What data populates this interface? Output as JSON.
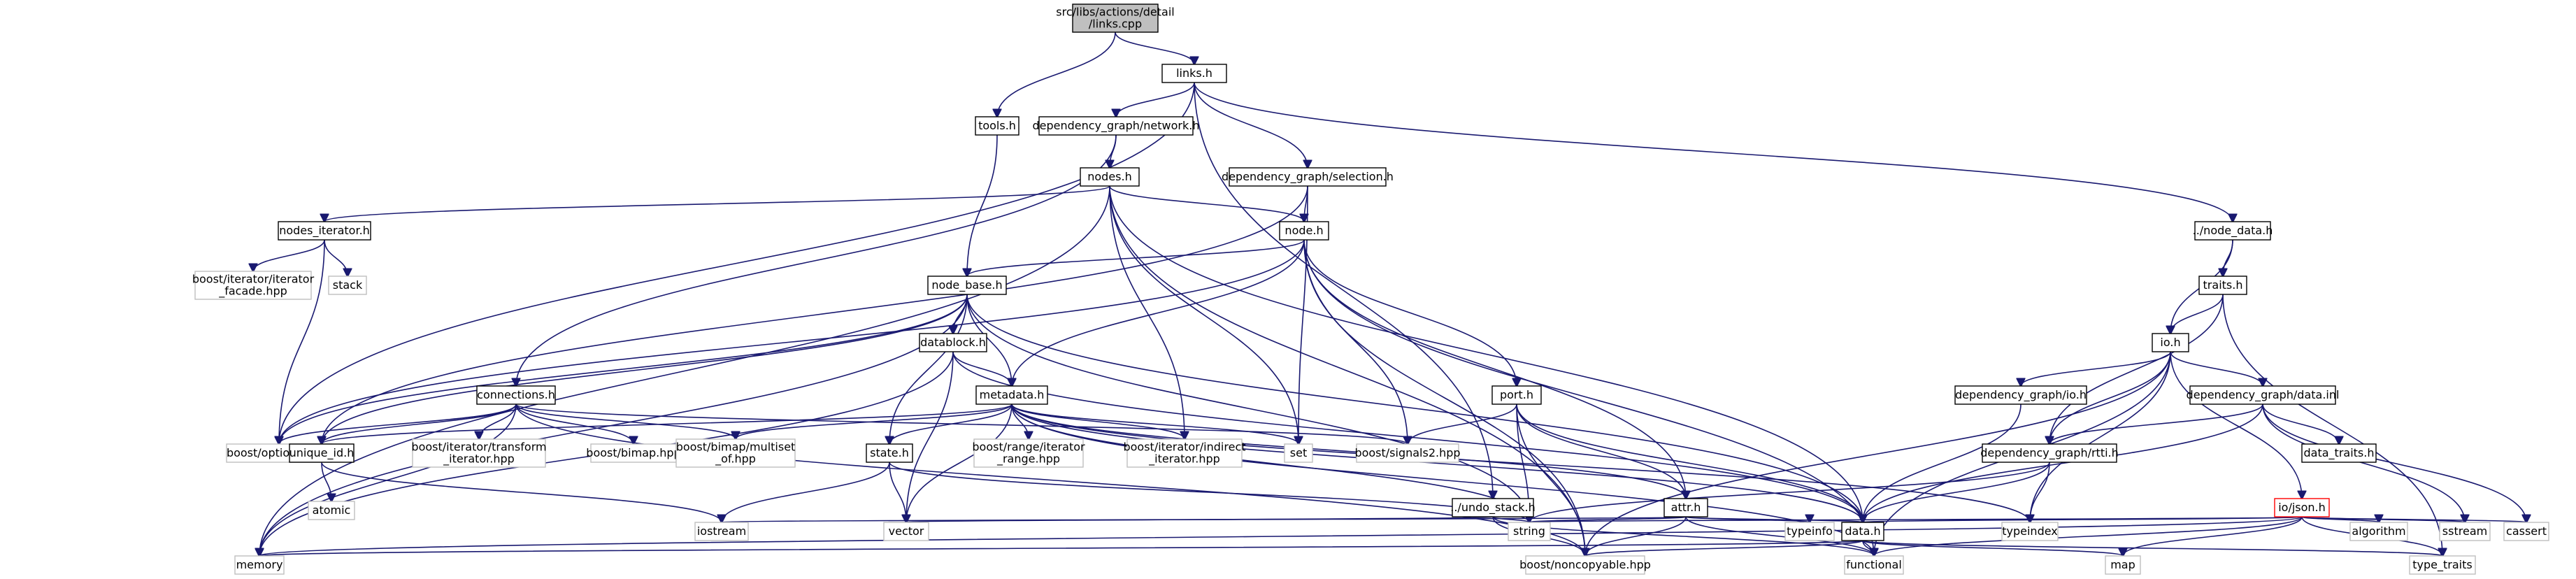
{
  "diagram": {
    "kind": "include-dependency-graph",
    "colors": {
      "edge": "#191970",
      "root_fill": "#bfbfbf",
      "external_border": "#bfbfbf",
      "local_border": "#000000",
      "highlight_border": "#ff0000"
    },
    "nodes": [
      {
        "id": "root",
        "lines": [
          "src/libs/actions/detail",
          "/links.cpp"
        ],
        "style": "root"
      },
      {
        "id": "links_h",
        "lines": [
          "links.h"
        ],
        "style": "local"
      },
      {
        "id": "tools_h",
        "lines": [
          "tools.h"
        ],
        "style": "local"
      },
      {
        "id": "dg_network_h",
        "lines": [
          "dependency_graph/network.h"
        ],
        "style": "local"
      },
      {
        "id": "dg_selection_h",
        "lines": [
          "dependency_graph/selection.h"
        ],
        "style": "local"
      },
      {
        "id": "node_data_h",
        "lines": [
          "../node_data.h"
        ],
        "style": "local"
      },
      {
        "id": "nodes_h",
        "lines": [
          "nodes.h"
        ],
        "style": "local"
      },
      {
        "id": "nodes_iterator_h",
        "lines": [
          "nodes_iterator.h"
        ],
        "style": "local"
      },
      {
        "id": "node_h",
        "lines": [
          "node.h"
        ],
        "style": "local"
      },
      {
        "id": "traits_h",
        "lines": [
          "traits.h"
        ],
        "style": "local"
      },
      {
        "id": "boost_iter_facade",
        "lines": [
          "boost/iterator/iterator",
          "_facade.hpp"
        ],
        "style": "ext"
      },
      {
        "id": "stack",
        "lines": [
          "stack"
        ],
        "style": "ext"
      },
      {
        "id": "node_base_h",
        "lines": [
          "node_base.h"
        ],
        "style": "local"
      },
      {
        "id": "io_h",
        "lines": [
          "io.h"
        ],
        "style": "local"
      },
      {
        "id": "datablock_h",
        "lines": [
          "datablock.h"
        ],
        "style": "local"
      },
      {
        "id": "dg_io_h",
        "lines": [
          "dependency_graph/io.h"
        ],
        "style": "local"
      },
      {
        "id": "dg_data_inl",
        "lines": [
          "dependency_graph/data.inl"
        ],
        "style": "local"
      },
      {
        "id": "connections_h",
        "lines": [
          "connections.h"
        ],
        "style": "local"
      },
      {
        "id": "metadata_h",
        "lines": [
          "metadata.h"
        ],
        "style": "local"
      },
      {
        "id": "port_h",
        "lines": [
          "port.h"
        ],
        "style": "local"
      },
      {
        "id": "dg_rtti_h",
        "lines": [
          "dependency_graph/rtti.h"
        ],
        "style": "local"
      },
      {
        "id": "data_traits_h",
        "lines": [
          "data_traits.h"
        ],
        "style": "local"
      },
      {
        "id": "boost_optional",
        "lines": [
          "boost/optional.hpp"
        ],
        "style": "ext"
      },
      {
        "id": "unique_id_h",
        "lines": [
          "unique_id.h"
        ],
        "style": "local"
      },
      {
        "id": "boost_iter_transform",
        "lines": [
          "boost/iterator/transform",
          "_iterator.hpp"
        ],
        "style": "ext"
      },
      {
        "id": "boost_bimap",
        "lines": [
          "boost/bimap.hpp"
        ],
        "style": "ext"
      },
      {
        "id": "boost_bimap_multiset",
        "lines": [
          "boost/bimap/multiset",
          "_of.hpp"
        ],
        "style": "ext"
      },
      {
        "id": "state_h",
        "lines": [
          "state.h"
        ],
        "style": "local"
      },
      {
        "id": "boost_range_iter",
        "lines": [
          "boost/range/iterator",
          "_range.hpp"
        ],
        "style": "ext"
      },
      {
        "id": "boost_iter_indirect",
        "lines": [
          "boost/iterator/indirect",
          "_iterator.hpp"
        ],
        "style": "ext"
      },
      {
        "id": "set",
        "lines": [
          "set"
        ],
        "style": "ext"
      },
      {
        "id": "boost_signals2",
        "lines": [
          "boost/signals2.hpp"
        ],
        "style": "ext"
      },
      {
        "id": "undo_stack_h",
        "lines": [
          "../undo_stack.h"
        ],
        "style": "local"
      },
      {
        "id": "attr_h",
        "lines": [
          "attr.h"
        ],
        "style": "local"
      },
      {
        "id": "io_json_h",
        "lines": [
          "io/json.h"
        ],
        "style": "red"
      },
      {
        "id": "atomic",
        "lines": [
          "atomic"
        ],
        "style": "ext"
      },
      {
        "id": "iostream",
        "lines": [
          "iostream"
        ],
        "style": "ext"
      },
      {
        "id": "vector",
        "lines": [
          "vector"
        ],
        "style": "ext"
      },
      {
        "id": "string",
        "lines": [
          "string"
        ],
        "style": "ext"
      },
      {
        "id": "typeinfo",
        "lines": [
          "typeinfo"
        ],
        "style": "ext"
      },
      {
        "id": "data_h",
        "lines": [
          "data.h"
        ],
        "style": "local"
      },
      {
        "id": "typeindex",
        "lines": [
          "typeindex"
        ],
        "style": "ext"
      },
      {
        "id": "algorithm",
        "lines": [
          "algorithm"
        ],
        "style": "ext"
      },
      {
        "id": "sstream",
        "lines": [
          "sstream"
        ],
        "style": "ext"
      },
      {
        "id": "cassert",
        "lines": [
          "cassert"
        ],
        "style": "ext"
      },
      {
        "id": "memory",
        "lines": [
          "memory"
        ],
        "style": "ext"
      },
      {
        "id": "boost_noncopyable",
        "lines": [
          "boost/noncopyable.hpp"
        ],
        "style": "ext"
      },
      {
        "id": "functional",
        "lines": [
          "functional"
        ],
        "style": "ext"
      },
      {
        "id": "map",
        "lines": [
          "map"
        ],
        "style": "ext"
      },
      {
        "id": "type_traits",
        "lines": [
          "type_traits"
        ],
        "style": "ext"
      }
    ],
    "edges": [
      [
        "root",
        "links_h"
      ],
      [
        "root",
        "tools_h"
      ],
      [
        "links_h",
        "dg_network_h"
      ],
      [
        "links_h",
        "dg_selection_h"
      ],
      [
        "links_h",
        "node_data_h"
      ],
      [
        "links_h",
        "undo_stack_h"
      ],
      [
        "links_h",
        "boost_optional"
      ],
      [
        "tools_h",
        "node_base_h"
      ],
      [
        "dg_network_h",
        "nodes_h"
      ],
      [
        "dg_network_h",
        "connections_h"
      ],
      [
        "dg_selection_h",
        "node_h"
      ],
      [
        "dg_selection_h",
        "set"
      ],
      [
        "dg_selection_h",
        "unique_id_h"
      ],
      [
        "node_data_h",
        "traits_h"
      ],
      [
        "node_data_h",
        "io_h"
      ],
      [
        "nodes_h",
        "nodes_iterator_h"
      ],
      [
        "nodes_h",
        "node_h"
      ],
      [
        "nodes_h",
        "memory"
      ],
      [
        "nodes_h",
        "boost_noncopyable"
      ],
      [
        "nodes_h",
        "boost_iter_indirect"
      ],
      [
        "nodes_h",
        "set"
      ],
      [
        "nodes_h",
        "data_h"
      ],
      [
        "nodes_iterator_h",
        "boost_iter_facade"
      ],
      [
        "nodes_iterator_h",
        "stack"
      ],
      [
        "nodes_iterator_h",
        "boost_optional"
      ],
      [
        "node_h",
        "node_base_h"
      ],
      [
        "node_h",
        "metadata_h"
      ],
      [
        "node_h",
        "port_h"
      ],
      [
        "node_h",
        "attr_h"
      ],
      [
        "node_h",
        "boost_signals2"
      ],
      [
        "node_h",
        "boost_noncopyable"
      ],
      [
        "node_h",
        "functional"
      ],
      [
        "node_h",
        "boost_optional"
      ],
      [
        "traits_h",
        "io_h"
      ],
      [
        "traits_h",
        "dg_rtti_h"
      ],
      [
        "traits_h",
        "type_traits"
      ],
      [
        "node_base_h",
        "datablock_h"
      ],
      [
        "node_base_h",
        "metadata_h"
      ],
      [
        "node_base_h",
        "state_h"
      ],
      [
        "node_base_h",
        "unique_id_h"
      ],
      [
        "node_base_h",
        "memory"
      ],
      [
        "node_base_h",
        "boost_optional"
      ],
      [
        "node_base_h",
        "string"
      ],
      [
        "node_base_h",
        "data_h"
      ],
      [
        "io_h",
        "dg_io_h"
      ],
      [
        "io_h",
        "dg_data_inl"
      ],
      [
        "io_h",
        "io_json_h"
      ],
      [
        "io_h",
        "dg_rtti_h"
      ],
      [
        "io_h",
        "typeindex"
      ],
      [
        "io_h",
        "boost_noncopyable"
      ],
      [
        "io_h",
        "functional"
      ],
      [
        "datablock_h",
        "metadata_h"
      ],
      [
        "datablock_h",
        "data_h"
      ],
      [
        "datablock_h",
        "vector"
      ],
      [
        "datablock_h",
        "memory"
      ],
      [
        "dg_io_h",
        "data_h"
      ],
      [
        "dg_data_inl",
        "dg_rtti_h"
      ],
      [
        "dg_data_inl",
        "data_traits_h"
      ],
      [
        "dg_data_inl",
        "data_h"
      ],
      [
        "dg_data_inl",
        "sstream"
      ],
      [
        "dg_data_inl",
        "cassert"
      ],
      [
        "connections_h",
        "unique_id_h"
      ],
      [
        "connections_h",
        "boost_iter_transform"
      ],
      [
        "connections_h",
        "boost_bimap"
      ],
      [
        "connections_h",
        "boost_bimap_multiset"
      ],
      [
        "connections_h",
        "boost_optional"
      ],
      [
        "connections_h",
        "boost_noncopyable"
      ],
      [
        "connections_h",
        "boost_signals2"
      ],
      [
        "connections_h",
        "memory"
      ],
      [
        "metadata_h",
        "unique_id_h"
      ],
      [
        "metadata_h",
        "state_h"
      ],
      [
        "metadata_h",
        "vector"
      ],
      [
        "metadata_h",
        "boost_bimap_multiset"
      ],
      [
        "metadata_h",
        "boost_range_iter"
      ],
      [
        "metadata_h",
        "boost_iter_indirect"
      ],
      [
        "metadata_h",
        "set"
      ],
      [
        "metadata_h",
        "attr_h"
      ],
      [
        "metadata_h",
        "data_h"
      ],
      [
        "metadata_h",
        "string"
      ],
      [
        "metadata_h",
        "functional"
      ],
      [
        "metadata_h",
        "typeindex"
      ],
      [
        "port_h",
        "attr_h"
      ],
      [
        "port_h",
        "data_h"
      ],
      [
        "port_h",
        "string"
      ],
      [
        "port_h",
        "boost_signals2"
      ],
      [
        "port_h",
        "boost_noncopyable"
      ],
      [
        "dg_rtti_h",
        "typeindex"
      ],
      [
        "dg_rtti_h",
        "string"
      ],
      [
        "dg_rtti_h",
        "data_h"
      ],
      [
        "unique_id_h",
        "atomic"
      ],
      [
        "unique_id_h",
        "iostream"
      ],
      [
        "state_h",
        "iostream"
      ],
      [
        "state_h",
        "vector"
      ],
      [
        "state_h",
        "string"
      ],
      [
        "undo_stack_h",
        "string"
      ],
      [
        "undo_stack_h",
        "vector"
      ],
      [
        "undo_stack_h",
        "boost_noncopyable"
      ],
      [
        "undo_stack_h",
        "functional"
      ],
      [
        "attr_h",
        "data_h"
      ],
      [
        "attr_h",
        "typeinfo"
      ],
      [
        "attr_h",
        "string"
      ],
      [
        "attr_h",
        "iostream"
      ],
      [
        "attr_h",
        "boost_noncopyable"
      ],
      [
        "attr_h",
        "functional"
      ],
      [
        "io_json_h",
        "string"
      ],
      [
        "io_json_h",
        "algorithm"
      ],
      [
        "io_json_h",
        "sstream"
      ],
      [
        "io_json_h",
        "cassert"
      ],
      [
        "io_json_h",
        "map"
      ],
      [
        "io_json_h",
        "functional"
      ],
      [
        "io_json_h",
        "type_traits"
      ],
      [
        "io_json_h",
        "memory"
      ],
      [
        "io_json_h",
        "data_h"
      ],
      [
        "data_h",
        "memory"
      ],
      [
        "data_h",
        "boost_noncopyable"
      ],
      [
        "data_h",
        "functional"
      ],
      [
        "data_h",
        "map"
      ],
      [
        "data_h",
        "type_traits"
      ]
    ]
  }
}
